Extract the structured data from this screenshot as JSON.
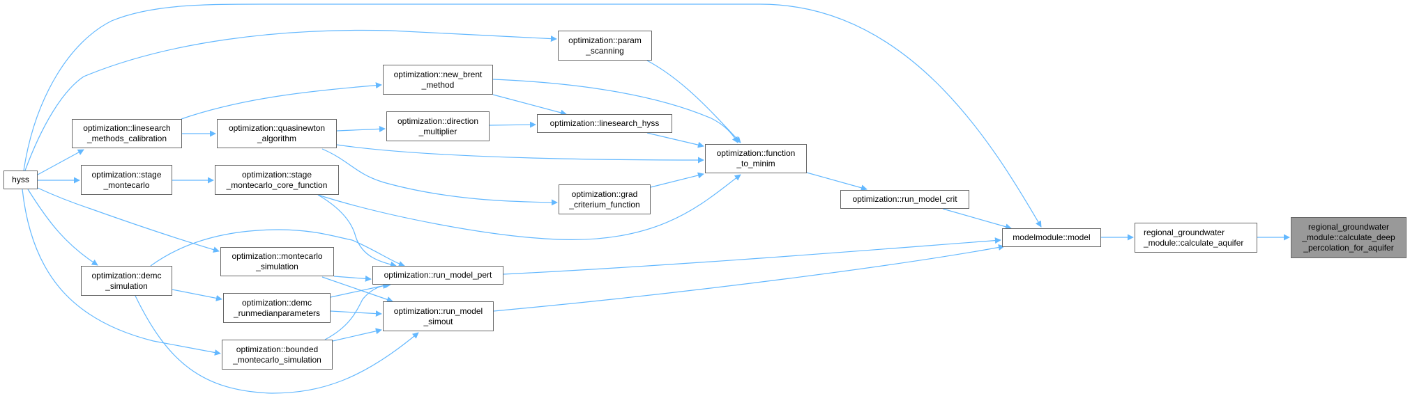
{
  "colors": {
    "edge": "#63b8ff",
    "node_border": "#666666",
    "current_node_fill": "#999999"
  },
  "nodes": {
    "hyss": [
      "hyss"
    ],
    "linesearch_methods_calibration": [
      "optimization::linesearch",
      "_methods_calibration"
    ],
    "quasinewton_algorithm": [
      "optimization::quasinewton",
      "_algorithm"
    ],
    "new_brent_method": [
      "optimization::new_brent",
      "_method"
    ],
    "direction_multiplier": [
      "optimization::direction",
      "_multiplier"
    ],
    "param_scanning": [
      "optimization::param",
      "_scanning"
    ],
    "linesearch_hyss": [
      "optimization::linesearch_hyss"
    ],
    "function_to_minim": [
      "optimization::function",
      "_to_minim"
    ],
    "grad_criterium_function": [
      "optimization::grad",
      "_criterium_function"
    ],
    "run_model_crit": [
      "optimization::run_model_crit"
    ],
    "stage_montecarlo": [
      "optimization::stage",
      "_montecarlo"
    ],
    "stage_montecarlo_core_function": [
      "optimization::stage",
      "_montecarlo_core_function"
    ],
    "montecarlo_simulation": [
      "optimization::montecarlo",
      "_simulation"
    ],
    "demc_simulation": [
      "optimization::demc",
      "_simulation"
    ],
    "demc_runmedianparameters": [
      "optimization::demc",
      "_runmedianparameters"
    ],
    "bounded_montecarlo_simulation": [
      "optimization::bounded",
      "_montecarlo_simulation"
    ],
    "run_model_pert": [
      "optimization::run_model_pert"
    ],
    "run_model_simout": [
      "optimization::run_model",
      "_simout"
    ],
    "model": [
      "modelmodule::model"
    ],
    "calculate_aquifer": [
      "regional_groundwater",
      "_module::calculate_aquifer"
    ],
    "calculate_deep_percolation_for_aquifer": [
      "regional_groundwater",
      "_module::calculate_deep",
      "_percolation_for_aquifer"
    ]
  }
}
